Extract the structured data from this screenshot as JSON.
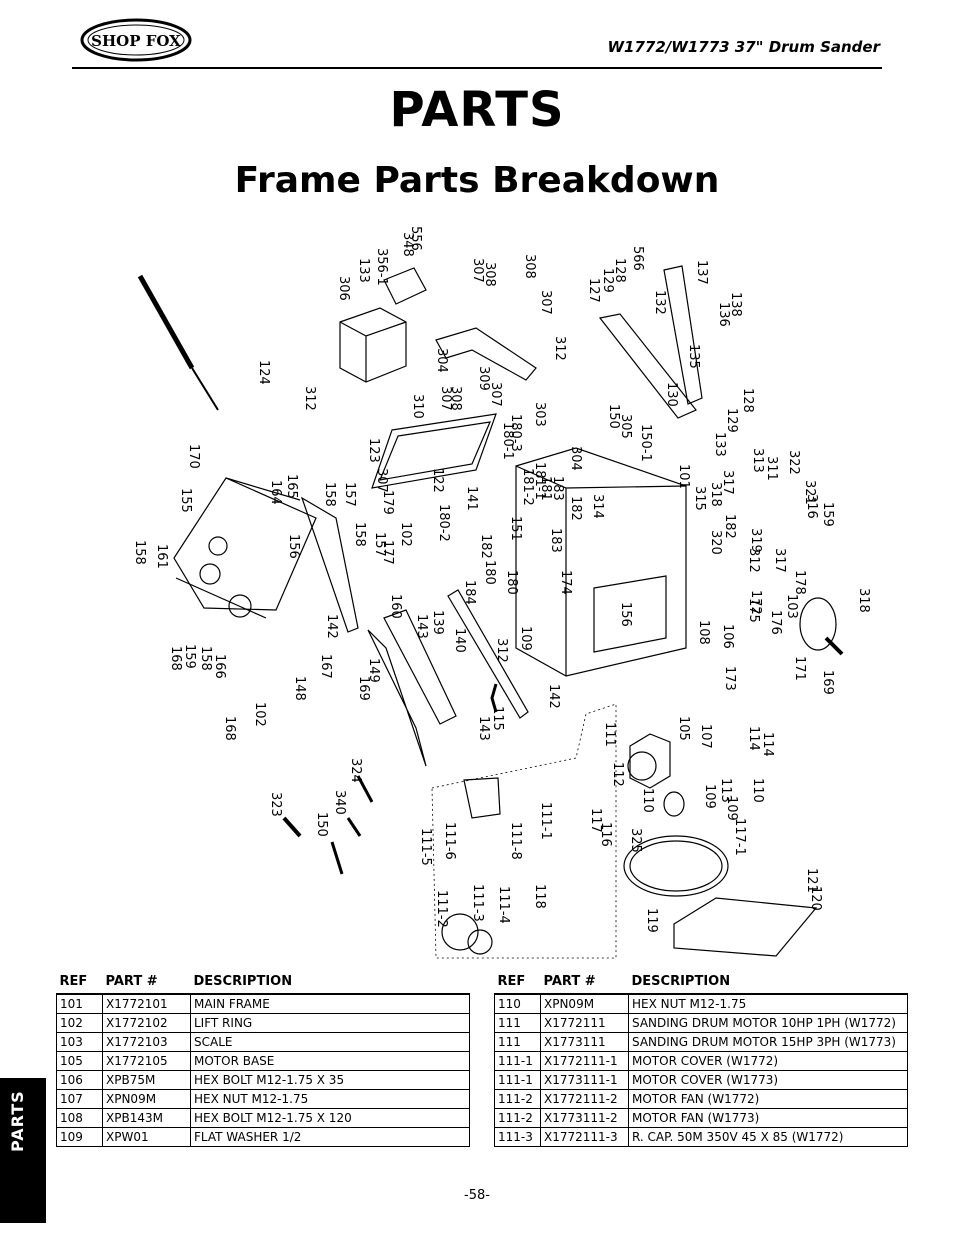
{
  "header": {
    "logo_text": "SHOP FOX",
    "model_title": "W1772/W1773 37\" Drum Sander"
  },
  "page": {
    "heading": "PARTS",
    "section_title": "Frame Parts Breakdown",
    "side_tab": "PARTS",
    "page_number": "-58-"
  },
  "diagram": {
    "callouts": [
      "556",
      "348",
      "356-1",
      "133",
      "306",
      "307",
      "308",
      "308",
      "307",
      "312",
      "127",
      "129",
      "128",
      "566",
      "137",
      "132",
      "136",
      "138",
      "124",
      "312",
      "310",
      "304",
      "307",
      "308",
      "309",
      "307",
      "135",
      "130",
      "128",
      "129",
      "133",
      "150",
      "305",
      "150-1",
      "101",
      "170",
      "123",
      "307",
      "122",
      "180-1",
      "180-3",
      "303",
      "304",
      "165",
      "164",
      "155",
      "158",
      "157",
      "179",
      "180-2",
      "141",
      "181-2",
      "181-1",
      "181",
      "183",
      "182",
      "314",
      "315",
      "318",
      "317",
      "313",
      "311",
      "322",
      "321",
      "316",
      "159",
      "158",
      "161",
      "156",
      "158",
      "157",
      "177",
      "102",
      "182",
      "151",
      "183",
      "320",
      "182",
      "319",
      "312",
      "317",
      "178",
      "184",
      "180",
      "180",
      "174",
      "172",
      "318",
      "175",
      "176",
      "103",
      "156",
      "160",
      "142",
      "143",
      "139",
      "140",
      "312",
      "109",
      "108",
      "106",
      "173",
      "171",
      "169",
      "168",
      "159",
      "158",
      "166",
      "167",
      "148",
      "149",
      "169",
      "168",
      "102",
      "142",
      "143",
      "115",
      "111",
      "105",
      "107",
      "114",
      "114",
      "112",
      "110",
      "109",
      "113",
      "110",
      "109",
      "117-1",
      "117",
      "116",
      "325",
      "324",
      "340",
      "323",
      "150",
      "111-5",
      "111-6",
      "111-8",
      "111-1",
      "111-2",
      "111-3",
      "111-4",
      "118",
      "119",
      "121",
      "120"
    ]
  },
  "tables": {
    "headers": {
      "ref": "REF",
      "part": "PART #",
      "desc": "DESCRIPTION"
    },
    "left": [
      {
        "ref": "101",
        "part": "X1772101",
        "desc": "MAIN FRAME"
      },
      {
        "ref": "102",
        "part": "X1772102",
        "desc": "LIFT RING"
      },
      {
        "ref": "103",
        "part": "X1772103",
        "desc": "SCALE"
      },
      {
        "ref": "105",
        "part": "X1772105",
        "desc": "MOTOR BASE"
      },
      {
        "ref": "106",
        "part": "XPB75M",
        "desc": "HEX BOLT M12-1.75 X 35"
      },
      {
        "ref": "107",
        "part": "XPN09M",
        "desc": "HEX NUT M12-1.75"
      },
      {
        "ref": "108",
        "part": "XPB143M",
        "desc": "HEX BOLT M12-1.75 X 120"
      },
      {
        "ref": "109",
        "part": "XPW01",
        "desc": "FLAT WASHER 1/2"
      }
    ],
    "right": [
      {
        "ref": "110",
        "part": "XPN09M",
        "desc": "HEX NUT M12-1.75"
      },
      {
        "ref": "111",
        "part": "X1772111",
        "desc": "SANDING DRUM MOTOR 10HP 1PH (W1772)"
      },
      {
        "ref": "111",
        "part": "X1773111",
        "desc": "SANDING DRUM MOTOR 15HP 3PH (W1773)"
      },
      {
        "ref": "111-1",
        "part": "X1772111-1",
        "desc": "MOTOR COVER (W1772)"
      },
      {
        "ref": "111-1",
        "part": "X1773111-1",
        "desc": "MOTOR COVER (W1773)"
      },
      {
        "ref": "111-2",
        "part": "X1772111-2",
        "desc": "MOTOR FAN (W1772)"
      },
      {
        "ref": "111-2",
        "part": "X1773111-2",
        "desc": "MOTOR FAN (W1773)"
      },
      {
        "ref": "111-3",
        "part": "X1772111-3",
        "desc": "R. CAP. 50M 350V 45 X 85 (W1772)"
      }
    ]
  }
}
